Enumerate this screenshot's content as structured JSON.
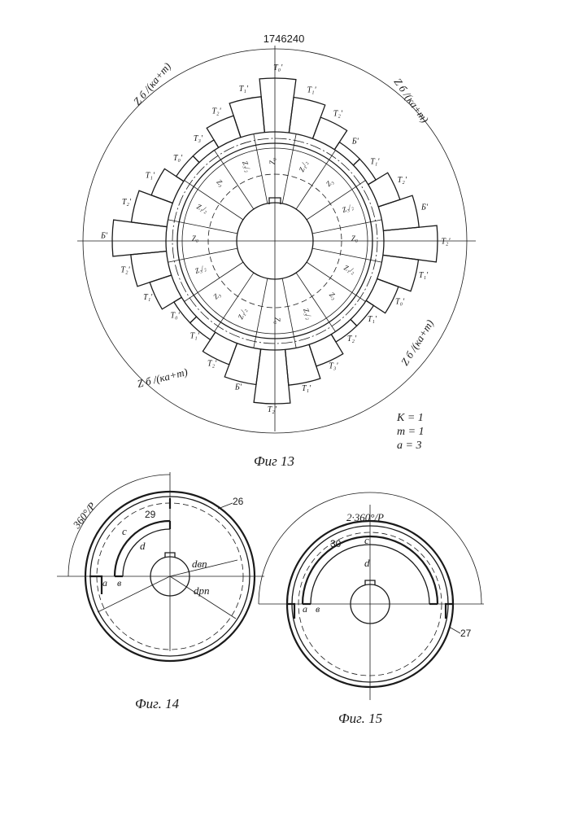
{
  "patent_number": "1746240",
  "fig13": {
    "caption": "Фиг 13",
    "params": [
      "K = 1",
      "m = 1",
      "a = 3"
    ],
    "arc_labels": [
      "Z б /(кa+m)",
      "Z б /(кa+m)",
      "Z б /(кa+m)",
      "Z б /(кa+m)"
    ],
    "winding_labels": [
      "T₃'",
      "T₂'",
      "T₁'",
      "T₀'",
      "T₁'",
      "T₂'",
      "Б'",
      "T₁'",
      "T₂'",
      "Б'",
      "T₂'",
      "T₁'",
      "T₀'",
      "T₁'",
      "T₂'",
      "T₃'",
      "T₁'",
      "T₂'",
      "Б'",
      "T₂'",
      "T₁'",
      "T₀'",
      "T₁'",
      "T₂'",
      "Б'",
      "T₂'",
      "T₁'",
      "T₀'"
    ],
    "slot_labels": [
      "Z₀",
      "Z₁/₂",
      "Z₃",
      "Z₃/₂",
      "Z₀",
      "Z₁/₂",
      "Z₃",
      "Z₃/₂",
      "Z₀",
      "Z₁/₂",
      "Z₃",
      "Z₃/₂",
      "Z₀",
      "Z₁/₂",
      "Z₃",
      "Z₃/₂"
    ]
  },
  "fig14": {
    "caption": "Фиг. 14",
    "angle_label": "360°/P",
    "callouts": [
      "26",
      "29"
    ],
    "letters": [
      "c",
      "d",
      "a",
      "в"
    ],
    "dims": [
      "dвп",
      "dрп"
    ]
  },
  "fig15": {
    "caption": "Фиг. 15",
    "angle_label": "2·360°/P",
    "callouts": [
      "30",
      "27"
    ],
    "letters": [
      "c",
      "d",
      "a",
      "в"
    ]
  }
}
